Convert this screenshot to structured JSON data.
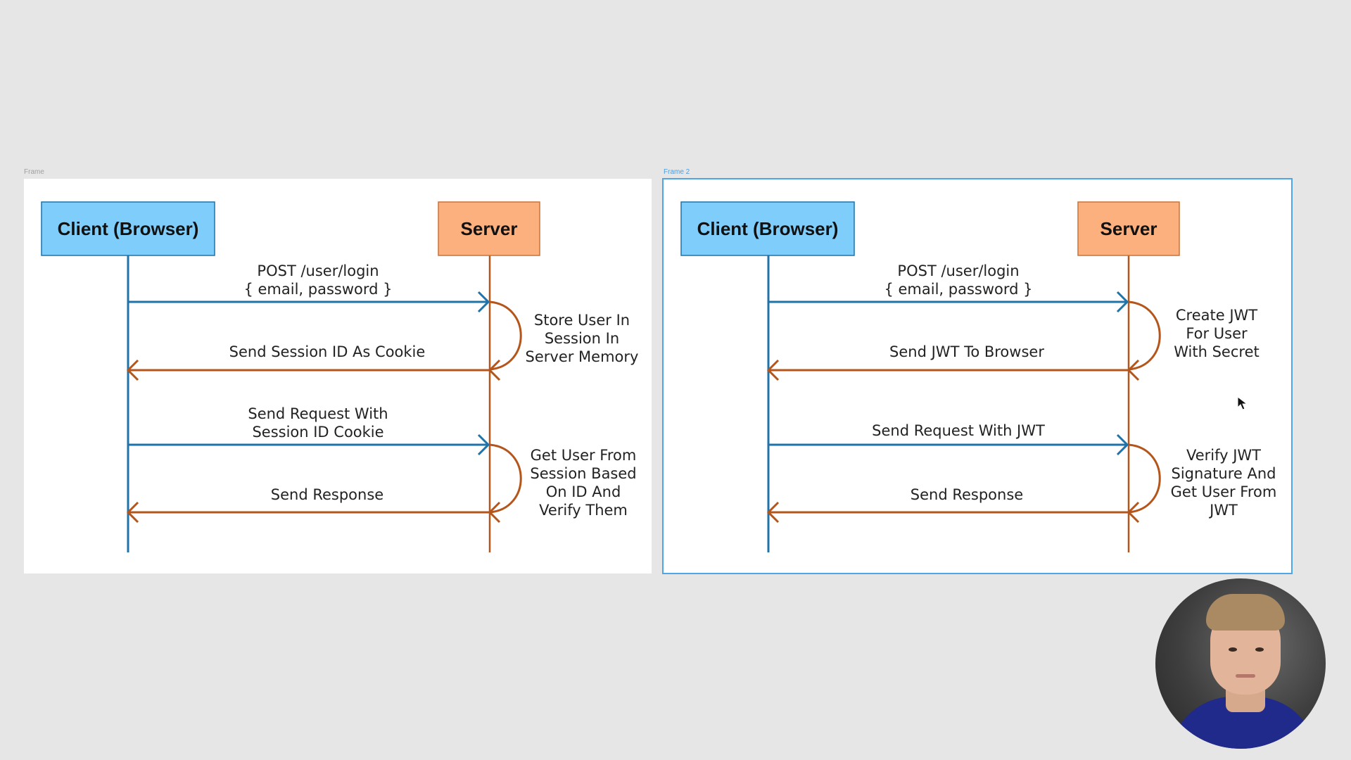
{
  "frames": [
    {
      "label": "Frame",
      "client_label": "Client (Browser)",
      "server_label": "Server",
      "messages": [
        {
          "lines": [
            "POST  /user/login",
            "{ email, password }"
          ],
          "direction": "client-to-server"
        },
        {
          "lines": [
            "Send Session ID As Cookie"
          ],
          "direction": "server-to-client"
        },
        {
          "lines": [
            "Send Request With",
            "Session ID Cookie"
          ],
          "direction": "client-to-server"
        },
        {
          "lines": [
            "Send Response"
          ],
          "direction": "server-to-client"
        }
      ],
      "notes": [
        {
          "lines": [
            "Store User In",
            "Session In",
            "Server Memory"
          ]
        },
        {
          "lines": [
            "Get User From",
            "Session Based",
            "On ID And",
            "Verify Them"
          ]
        }
      ]
    },
    {
      "label": "Frame 2",
      "client_label": "Client (Browser)",
      "server_label": "Server",
      "messages": [
        {
          "lines": [
            "POST  /user/login",
            "{ email, password }"
          ],
          "direction": "client-to-server"
        },
        {
          "lines": [
            "Send JWT To Browser"
          ],
          "direction": "server-to-client"
        },
        {
          "lines": [
            "Send Request With JWT"
          ],
          "direction": "client-to-server"
        },
        {
          "lines": [
            "Send Response"
          ],
          "direction": "server-to-client"
        }
      ],
      "notes": [
        {
          "lines": [
            "Create JWT",
            "For User",
            "With Secret"
          ]
        },
        {
          "lines": [
            "Verify JWT",
            "Signature And",
            "Get User From",
            "JWT"
          ]
        }
      ]
    }
  ],
  "colors": {
    "client_box": "#7fcdfb",
    "server_box": "#fbb07e",
    "request_arrow": "#1f73a8",
    "response_arrow": "#b4561b",
    "selected_frame_border": "#4ea6e6"
  },
  "webcam": {
    "icon": "presenter-webcam"
  }
}
